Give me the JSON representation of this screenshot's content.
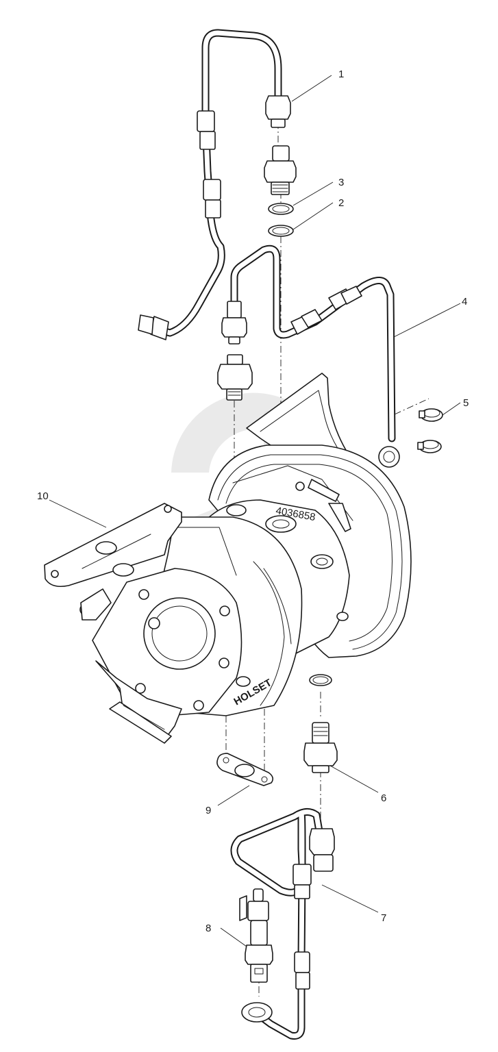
{
  "diagram": {
    "callouts": [
      {
        "id": "c1",
        "label": "1"
      },
      {
        "id": "c2",
        "label": "2"
      },
      {
        "id": "c3",
        "label": "3"
      },
      {
        "id": "c4",
        "label": "4"
      },
      {
        "id": "c5",
        "label": "5"
      },
      {
        "id": "c6",
        "label": "6"
      },
      {
        "id": "c7",
        "label": "7"
      },
      {
        "id": "c8",
        "label": "8"
      },
      {
        "id": "c9",
        "label": "9"
      },
      {
        "id": "c10",
        "label": "10"
      }
    ],
    "housing_stamp": "HOLSET",
    "serial_stamp": "4036858",
    "watermark_text": "sparts"
  },
  "colors": {
    "line": "#1a1a1a",
    "background": "#ffffff",
    "watermark": "#d9d9d9"
  }
}
